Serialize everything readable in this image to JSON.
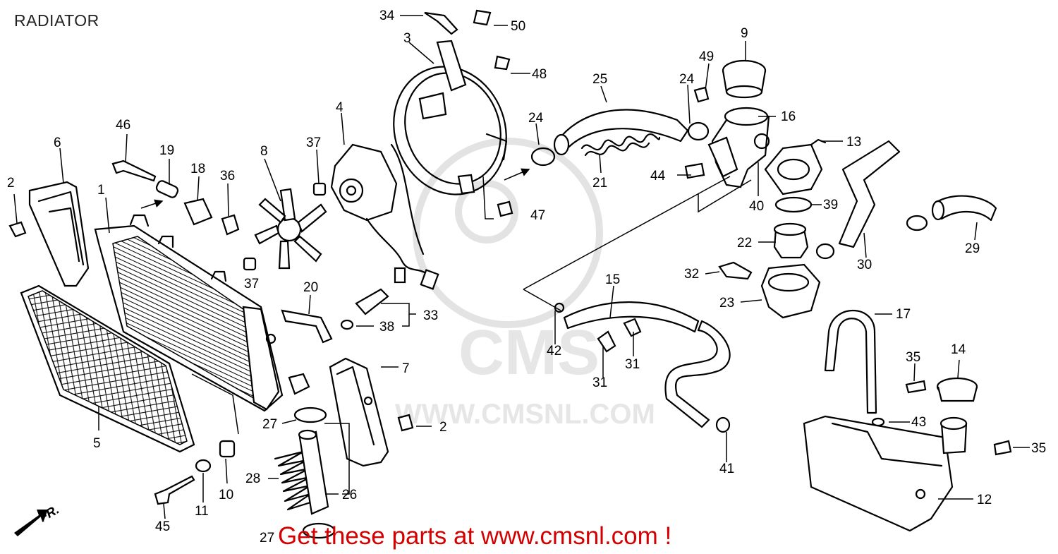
{
  "title": "RADIATOR",
  "promo": "Get these parts at www.cmsnl.com !",
  "watermark": {
    "logo_text": "CMS",
    "url_text": "WWW.CMSNL.COM"
  },
  "front_marker": "FR.",
  "callouts": [
    {
      "id": "c1",
      "label": "1"
    },
    {
      "id": "c2a",
      "label": "2"
    },
    {
      "id": "c2b",
      "label": "2"
    },
    {
      "id": "c3",
      "label": "3"
    },
    {
      "id": "c4",
      "label": "4"
    },
    {
      "id": "c5",
      "label": "5"
    },
    {
      "id": "c6",
      "label": "6"
    },
    {
      "id": "c7",
      "label": "7"
    },
    {
      "id": "c8",
      "label": "8"
    },
    {
      "id": "c9",
      "label": "9"
    },
    {
      "id": "c10",
      "label": "10"
    },
    {
      "id": "c11",
      "label": "11"
    },
    {
      "id": "c12",
      "label": "12"
    },
    {
      "id": "c13",
      "label": "13"
    },
    {
      "id": "c14",
      "label": "14"
    },
    {
      "id": "c15",
      "label": "15"
    },
    {
      "id": "c16",
      "label": "16"
    },
    {
      "id": "c17",
      "label": "17"
    },
    {
      "id": "c18",
      "label": "18"
    },
    {
      "id": "c19",
      "label": "19"
    },
    {
      "id": "c20",
      "label": "20"
    },
    {
      "id": "c21",
      "label": "21"
    },
    {
      "id": "c22",
      "label": "22"
    },
    {
      "id": "c23",
      "label": "23"
    },
    {
      "id": "c24a",
      "label": "24"
    },
    {
      "id": "c24b",
      "label": "24"
    },
    {
      "id": "c25",
      "label": "25"
    },
    {
      "id": "c26",
      "label": "26"
    },
    {
      "id": "c27a",
      "label": "27"
    },
    {
      "id": "c27b",
      "label": "27"
    },
    {
      "id": "c28",
      "label": "28"
    },
    {
      "id": "c29",
      "label": "29"
    },
    {
      "id": "c30",
      "label": "30"
    },
    {
      "id": "c31a",
      "label": "31"
    },
    {
      "id": "c31b",
      "label": "31"
    },
    {
      "id": "c32",
      "label": "32"
    },
    {
      "id": "c33",
      "label": "33"
    },
    {
      "id": "c34",
      "label": "34"
    },
    {
      "id": "c35a",
      "label": "35"
    },
    {
      "id": "c35b",
      "label": "35"
    },
    {
      "id": "c36",
      "label": "36"
    },
    {
      "id": "c37a",
      "label": "37"
    },
    {
      "id": "c37b",
      "label": "37"
    },
    {
      "id": "c38",
      "label": "38"
    },
    {
      "id": "c39",
      "label": "39"
    },
    {
      "id": "c40",
      "label": "40"
    },
    {
      "id": "c41",
      "label": "41"
    },
    {
      "id": "c42",
      "label": "42"
    },
    {
      "id": "c43",
      "label": "43"
    },
    {
      "id": "c44",
      "label": "44"
    },
    {
      "id": "c45",
      "label": "45"
    },
    {
      "id": "c46",
      "label": "46"
    },
    {
      "id": "c47",
      "label": "47"
    },
    {
      "id": "c48",
      "label": "48"
    },
    {
      "id": "c49",
      "label": "49"
    },
    {
      "id": "c50",
      "label": "50"
    }
  ]
}
